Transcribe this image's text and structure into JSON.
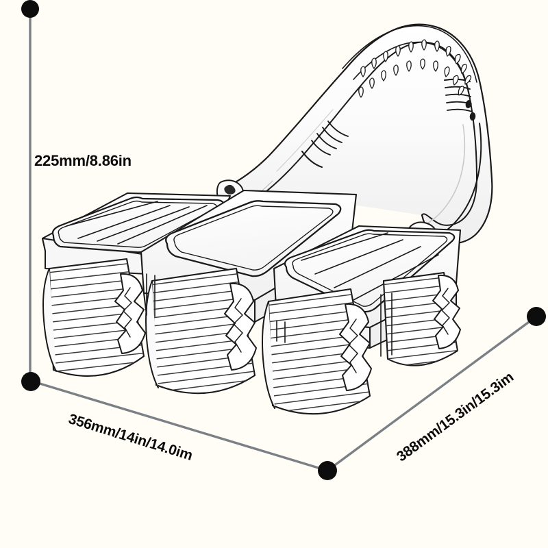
{
  "page": {
    "background_color": "#fffdf5",
    "type": "product-dimension-diagram"
  },
  "product": {
    "name": "ab-roller-wheel-with-elbow-support",
    "line_color": "#1a1a1a",
    "fill_color": "#ffffff"
  },
  "dimensions": {
    "line_color": "#7b8086",
    "marker_color": "#0d0d0d",
    "height": {
      "label": "225mm/8.86in",
      "axis": "vertical"
    },
    "width": {
      "label": "356mm/14in/14.0im",
      "axis": "horizontal-left-diagonal"
    },
    "depth": {
      "label": "388mm/15.3in/15.3im",
      "axis": "right-diagonal"
    }
  }
}
